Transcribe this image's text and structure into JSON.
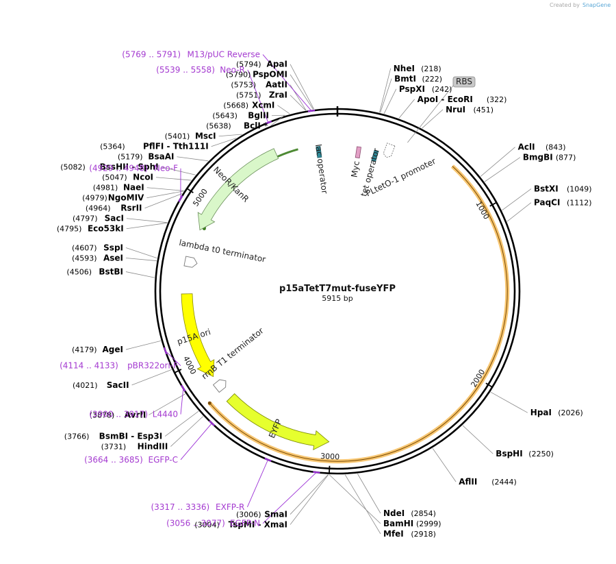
{
  "credit": {
    "prefix": "Created by",
    "brand": "SnapGene"
  },
  "plasmid": {
    "name": "p15aTetT7mut-fuseYFP",
    "length_label": "5915 bp",
    "total_bp": 5915
  },
  "ticks": [
    {
      "bp": 1000,
      "label": "1000"
    },
    {
      "bp": 2000,
      "label": "2000"
    },
    {
      "bp": 3000,
      "label": "3000"
    },
    {
      "bp": 4000,
      "label": "4000"
    },
    {
      "bp": 5000,
      "label": "5000"
    }
  ],
  "sites": [
    {
      "name": "ApaI",
      "pos": "(5794)",
      "bp": 5794,
      "side": "left",
      "star": false
    },
    {
      "name": "PspOMI",
      "pos": "(5790)",
      "bp": 5790,
      "side": "left",
      "star": false
    },
    {
      "name": "AatII",
      "pos": "(5753)",
      "bp": 5753,
      "side": "left",
      "star": false
    },
    {
      "name": "ZraI",
      "pos": "(5751)",
      "bp": 5751,
      "side": "left",
      "star": false
    },
    {
      "name": "XcmI",
      "pos": "(5668)",
      "bp": 5668,
      "side": "left",
      "star": false
    },
    {
      "name": "BglII",
      "pos": "(5643)",
      "bp": 5643,
      "side": "left",
      "star": false
    },
    {
      "name": "BclI *",
      "pos": "(5638)",
      "bp": 5638,
      "side": "left",
      "star": true
    },
    {
      "name": "MscI",
      "pos": "(5401)",
      "bp": 5401,
      "side": "left",
      "star": false
    },
    {
      "name": "PflFI - Tth111I",
      "pos": "(5364)",
      "bp": 5364,
      "side": "left",
      "star": false
    },
    {
      "name": "BsaAI",
      "pos": "(5179)",
      "bp": 5179,
      "side": "left",
      "star": false
    },
    {
      "name": "BssHII - SphI",
      "pos": "(5082)",
      "bp": 5082,
      "side": "left",
      "star": false
    },
    {
      "name": "NcoI",
      "pos": "(5047)",
      "bp": 5047,
      "side": "left",
      "star": false
    },
    {
      "name": "NaeI",
      "pos": "(4981)",
      "bp": 4981,
      "side": "left",
      "star": false
    },
    {
      "name": "NgoMIV",
      "pos": "(4979)",
      "bp": 4979,
      "side": "left",
      "star": false
    },
    {
      "name": "RsrII",
      "pos": "(4964)",
      "bp": 4964,
      "side": "left",
      "star": false
    },
    {
      "name": "SacI",
      "pos": "(4797)",
      "bp": 4797,
      "side": "left",
      "star": false
    },
    {
      "name": "Eco53kI",
      "pos": "(4795)",
      "bp": 4795,
      "side": "left",
      "star": false
    },
    {
      "name": "SspI",
      "pos": "(4607)",
      "bp": 4607,
      "side": "left",
      "star": false
    },
    {
      "name": "AseI",
      "pos": "(4593)",
      "bp": 4593,
      "side": "left",
      "star": false
    },
    {
      "name": "BstBI",
      "pos": "(4506)",
      "bp": 4506,
      "side": "left",
      "star": false
    },
    {
      "name": "AgeI",
      "pos": "(4179)",
      "bp": 4179,
      "side": "left",
      "star": false
    },
    {
      "name": "SacII",
      "pos": "(4021)",
      "bp": 4021,
      "side": "left",
      "star": false
    },
    {
      "name": "AvrII",
      "pos": "(3878)",
      "bp": 3878,
      "side": "left",
      "star": false
    },
    {
      "name": "BsmBI - Esp3I",
      "pos": "(3766)",
      "bp": 3766,
      "side": "left",
      "star": false
    },
    {
      "name": "HindIII",
      "pos": "(3731)",
      "bp": 3731,
      "side": "left",
      "star": false
    },
    {
      "name": "SmaI",
      "pos": "(3006)",
      "bp": 3006,
      "side": "left",
      "star": false
    },
    {
      "name": "TspMI - XmaI",
      "pos": "(3004)",
      "bp": 3004,
      "side": "left",
      "star": false
    },
    {
      "name": "BamHI",
      "pos": "(2999)",
      "bp": 2999,
      "side": "right",
      "star": false
    },
    {
      "name": "MfeI",
      "pos": "(2918)",
      "bp": 2918,
      "side": "right",
      "star": false
    },
    {
      "name": "NdeI",
      "pos": "(2854)",
      "bp": 2854,
      "side": "right",
      "star": false
    },
    {
      "name": "AflII",
      "pos": "(2444)",
      "bp": 2444,
      "side": "right",
      "star": false
    },
    {
      "name": "BspHI",
      "pos": "(2250)",
      "bp": 2250,
      "side": "right",
      "star": false
    },
    {
      "name": "HpaI",
      "pos": "(2026)",
      "bp": 2026,
      "side": "right",
      "star": false
    },
    {
      "name": "PaqCI",
      "pos": "(1112)",
      "bp": 1112,
      "side": "right",
      "star": false
    },
    {
      "name": "BstXI",
      "pos": "(1049)",
      "bp": 1049,
      "side": "right",
      "star": false
    },
    {
      "name": "BmgBI",
      "pos": "(877)",
      "bp": 877,
      "side": "right",
      "star": false
    },
    {
      "name": "AclI",
      "pos": "(843)",
      "bp": 843,
      "side": "right",
      "star": false
    },
    {
      "name": "NruI",
      "pos": "(451)",
      "bp": 451,
      "side": "right",
      "star": false
    },
    {
      "name": "ApoI - EcoRI",
      "pos": "(322)",
      "bp": 322,
      "side": "right",
      "star": false
    },
    {
      "name": "PspXI",
      "pos": "(242)",
      "bp": 242,
      "side": "right",
      "star": false
    },
    {
      "name": "BmtI",
      "pos": "(222)",
      "bp": 222,
      "side": "right",
      "star": false
    },
    {
      "name": "NheI",
      "pos": "(218)",
      "bp": 218,
      "side": "right",
      "star": false
    }
  ],
  "primers": [
    {
      "range": "(5769 .. 5791)",
      "name": "M13/pUC Reverse",
      "bp": 5780
    },
    {
      "range": "(5539 .. 5558)",
      "name": "Neo-R",
      "bp": 5548
    },
    {
      "range": "(4929 .. 4948)",
      "name": "Neo-F",
      "bp": 4938
    },
    {
      "range": "(4114 .. 4133)",
      "name": "pBR322ori-F",
      "bp": 4123
    },
    {
      "range": "(3900 .. 3917)",
      "name": "L4440",
      "bp": 3908
    },
    {
      "range": "(3664 .. 3685)",
      "name": "EGFP-C",
      "bp": 3674
    },
    {
      "range": "(3317 .. 3336)",
      "name": "EXFP-R",
      "bp": 3326
    },
    {
      "range": "(3056 .. 3077)",
      "name": "EGFP-N",
      "bp": 3066
    }
  ],
  "features": [
    {
      "name": "NeoR/KanR",
      "type": "arrow",
      "start": 4830,
      "end": 5520,
      "dir": -1,
      "color": "#d9f7c9",
      "stroke": "#6a8f5a"
    },
    {
      "name": "p15A ori",
      "type": "arrow",
      "start": 3870,
      "end": 4420,
      "dir": -1,
      "color": "#ffff00",
      "stroke": "#8a8a00"
    },
    {
      "name": "EYFP",
      "type": "arrow",
      "start": 3010,
      "end": 3700,
      "dir": -1,
      "color": "#e6ff2e",
      "stroke": "#7a8a00"
    },
    {
      "name": "lambda t0 terminator",
      "type": "terminator",
      "bp": 4620,
      "color": "#ffffff",
      "stroke": "#777777"
    },
    {
      "name": "rrnB T1 terminator",
      "type": "terminator",
      "bp": 3800,
      "color": "#ffffff",
      "stroke": "#777777"
    },
    {
      "name": "lac operator",
      "type": "box",
      "bp": 5790,
      "color": "#2e8a99",
      "stroke": "#1e5d66"
    },
    {
      "name": "Myc",
      "type": "box",
      "bp": 140,
      "color": "#e3a0c6",
      "stroke": "#8a4d70"
    },
    {
      "name": "PLtetO-1 promoter",
      "type": "promoter",
      "bp": 330,
      "color": "#ffffff",
      "stroke": "#777777"
    },
    {
      "name": "tet operator",
      "type": "box",
      "bp": 255,
      "color": "#2e8a99",
      "stroke": "#1e5d66"
    },
    {
      "name": "RBS",
      "type": "badge",
      "bp": 415,
      "color": "#c8c8c8",
      "stroke": "#888888"
    }
  ],
  "arcs": [
    {
      "name": "outer-orange",
      "start": 700,
      "end": 3760,
      "color": "#f6c063",
      "strand": "fwd"
    },
    {
      "name": "dark-green",
      "start": 4850,
      "end": 5660,
      "color": "#3b7d1e",
      "strand": "rev"
    }
  ]
}
